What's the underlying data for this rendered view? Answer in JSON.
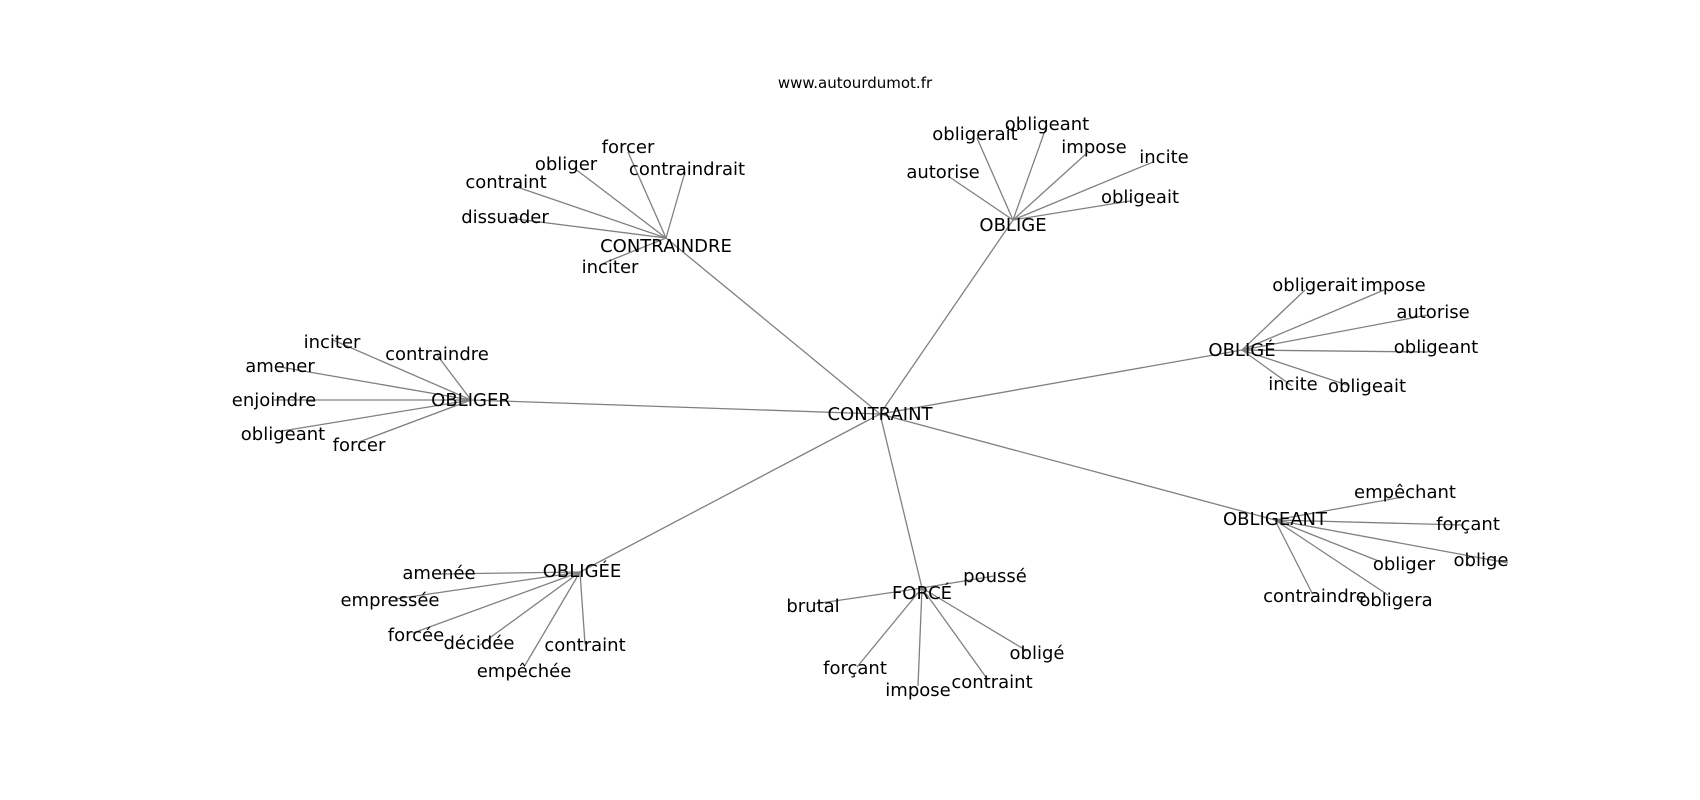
{
  "source": "www.autourdumot.fr",
  "graph": {
    "center": "CONTRAINT",
    "clusters": [
      {
        "label": "CONTRAINDRE",
        "leaves": [
          "forcer",
          "contraindrait",
          "obliger",
          "contraint",
          "dissuader",
          "inciter"
        ]
      },
      {
        "label": "OBLIGE",
        "leaves": [
          "obligeant",
          "obligerait",
          "impose",
          "incite",
          "autorise",
          "obligeait"
        ]
      },
      {
        "label": "OBLIGÉ",
        "leaves": [
          "obligerait",
          "impose",
          "autorise",
          "obligeant",
          "obligeait",
          "incite"
        ]
      },
      {
        "label": "OBLIGEANT",
        "leaves": [
          "empêchant",
          "forçant",
          "oblige",
          "obliger",
          "obligera",
          "contraindre"
        ]
      },
      {
        "label": "FORCÉ",
        "leaves": [
          "poussé",
          "brutal",
          "obligé",
          "forçant",
          "contraint",
          "impose"
        ]
      },
      {
        "label": "OBLIGÉE",
        "leaves": [
          "amenée",
          "empressée",
          "forcée",
          "décidée",
          "contraint",
          "empêchée"
        ]
      },
      {
        "label": "OBLIGER",
        "leaves": [
          "inciter",
          "contraindre",
          "amener",
          "enjoindre",
          "obligeant",
          "forcer"
        ]
      }
    ]
  }
}
